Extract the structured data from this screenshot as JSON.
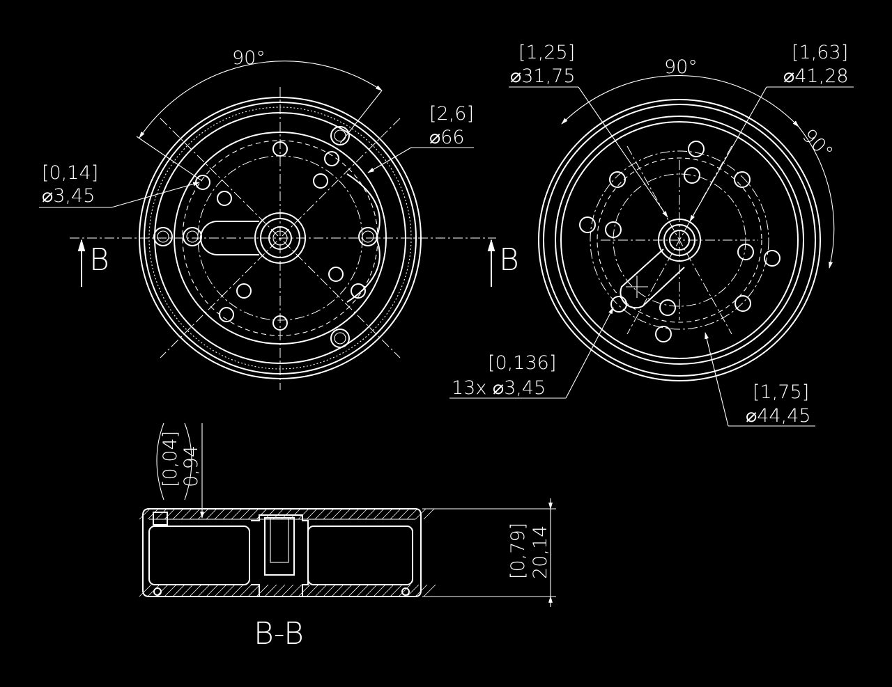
{
  "front_view": {
    "angle_label": "90°",
    "callout_hole": {
      "inch": "[0,14]",
      "mm": "⌀3,45"
    },
    "callout_outer": {
      "inch": "[2,6]",
      "mm": "⌀66"
    },
    "section_mark_left": "B",
    "section_mark_right": "B"
  },
  "rear_view": {
    "angle_top": "90°",
    "angle_right": "90°",
    "callout_pcd_small": {
      "inch": "[1,25]",
      "mm": "⌀31,75"
    },
    "callout_pcd_mid": {
      "inch": "[1,63]",
      "mm": "⌀41,28"
    },
    "callout_holes": {
      "inch": "[0,136]",
      "mm": "13x ⌀3,45"
    },
    "callout_pcd_large": {
      "inch": "[1,75]",
      "mm": "⌀44,45"
    }
  },
  "section_view": {
    "title": "B-B",
    "depth_callout": {
      "inch": "[0,04]",
      "mm": "0,94"
    },
    "height_callout": {
      "inch": "[0,79]",
      "mm": "20,14"
    }
  }
}
